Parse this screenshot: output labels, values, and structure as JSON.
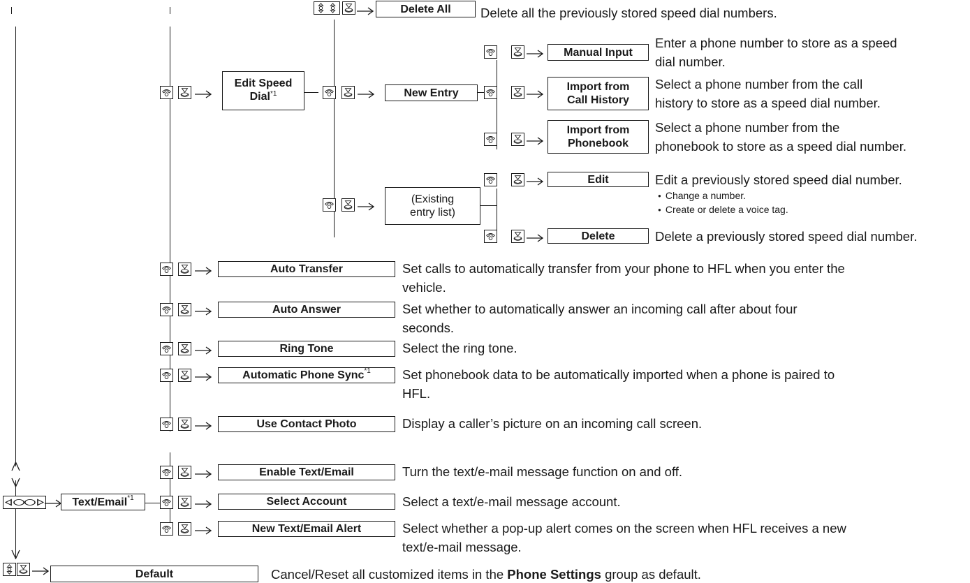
{
  "delete_all": {
    "label": "Delete All",
    "desc": "Delete all the previously stored speed dial numbers."
  },
  "edit_speed_dial": {
    "line1": "Edit Speed",
    "line2": "Dial",
    "note": "*1"
  },
  "new_entry": {
    "label": "New Entry"
  },
  "manual_input": {
    "label": "Manual Input",
    "desc1": "Enter a phone number to store as a speed",
    "desc2": "dial number."
  },
  "import_call_history": {
    "line1": "Import from",
    "line2": "Call History",
    "desc1": "Select a phone number from the call",
    "desc2": "history to store as a speed dial number."
  },
  "import_phonebook": {
    "line1": "Import from",
    "line2": "Phonebook",
    "desc1": "Select a phone number from the",
    "desc2": "phonebook to store as a speed dial number."
  },
  "existing_entry": {
    "line1": "(Existing",
    "line2": "entry list)"
  },
  "edit": {
    "label": "Edit",
    "desc": "Edit a previously stored speed dial number.",
    "bullets": [
      "Change a number.",
      "Create or delete a voice tag."
    ]
  },
  "delete": {
    "label": "Delete",
    "desc": "Delete a previously stored speed dial number."
  },
  "auto_transfer": {
    "label": "Auto Transfer",
    "desc1": "Set calls to automatically transfer from your phone to HFL when you enter the",
    "desc2": "vehicle."
  },
  "auto_answer": {
    "label": "Auto Answer",
    "desc1": "Set whether to automatically answer an incoming call after about four",
    "desc2": "seconds."
  },
  "ring_tone": {
    "label": "Ring Tone",
    "desc": "Select the ring tone."
  },
  "auto_phone_sync": {
    "label": "Automatic Phone Sync",
    "note": "*1",
    "desc1": "Set phonebook data to be automatically imported when a phone is paired to",
    "desc2": "HFL."
  },
  "use_contact_photo": {
    "label": "Use Contact Photo",
    "desc": "Display a caller’s picture on an incoming call screen."
  },
  "enable_text_email": {
    "label": "Enable Text/Email",
    "desc": "Turn the text/e-mail message function on and off."
  },
  "text_email": {
    "label": "Text/Email",
    "note": "*1"
  },
  "select_account": {
    "label": "Select Account",
    "desc": "Select a text/e-mail message account."
  },
  "new_text_alert": {
    "label": "New Text/Email Alert",
    "desc1": "Select whether a pop-up alert comes on the screen when HFL receives a new",
    "desc2": "text/e-mail message."
  },
  "default": {
    "label": "Default",
    "desc_pre": "Cancel/Reset all customized items in the ",
    "desc_bold": "Phone Settings",
    "desc_post": " group as default."
  },
  "icons": {
    "phone": "pick-up-phone-icon",
    "knob": "interface-dial-press-icon",
    "rotate": "interface-dial-rotate-icon",
    "move": "interface-dial-move-icon",
    "arrow": "right-arrow-icon"
  }
}
